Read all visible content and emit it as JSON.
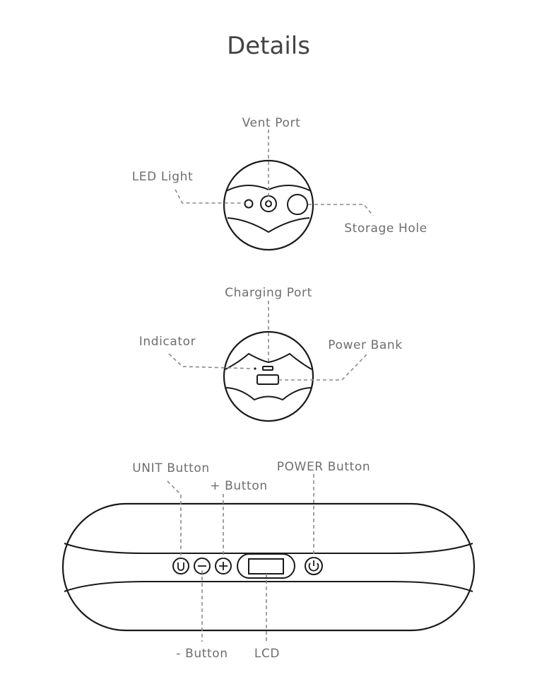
{
  "title": "Details",
  "labels": {
    "vent_port": "Vent Port",
    "led_light": "LED Light",
    "storage_hole": "Storage Hole",
    "charging_port": "Charging Port",
    "indicator": "Indicator",
    "power_bank": "Power Bank",
    "unit_button": "UNIT Button",
    "plus_button": "+ Button",
    "power_button": "POWER Button",
    "minus_button": "- Button",
    "lcd": "LCD"
  }
}
